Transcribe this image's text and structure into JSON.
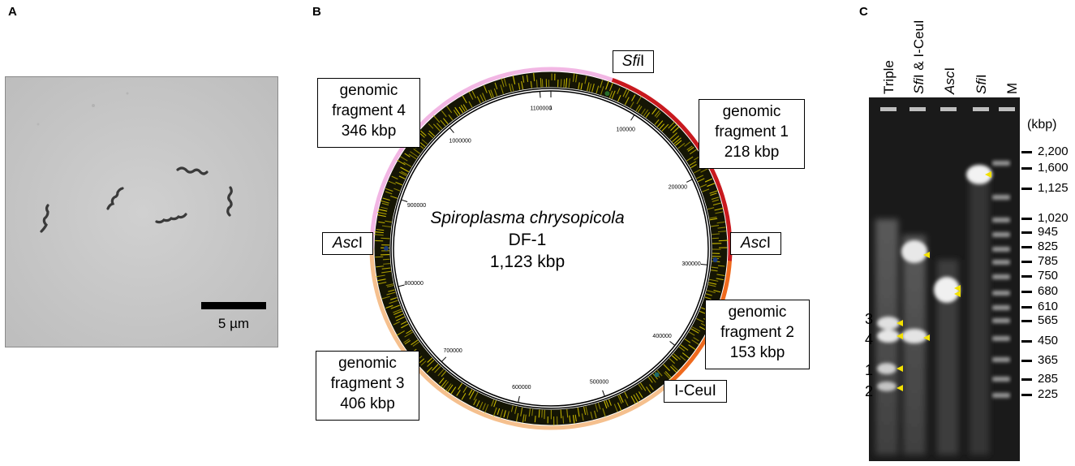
{
  "panels": {
    "a": {
      "letter": "A",
      "scale_label": "5 µm"
    },
    "b": {
      "letter": "B",
      "genome_name": "Spiroplasma chrysopicola",
      "strain": "DF-1",
      "genome_size": "1,123 kbp",
      "coordinate_labels": [
        "1100000",
        "1",
        "100000",
        "200000",
        "300000",
        "400000",
        "500000",
        "600000",
        "700000",
        "800000",
        "900000",
        "1000000"
      ],
      "fragments": [
        {
          "line1": "genomic",
          "line2": "fragment 1",
          "size": "218 kbp",
          "color": "#c8191e"
        },
        {
          "line1": "genomic",
          "line2": "fragment 2",
          "size": "153 kbp",
          "color": "#ef6a1e"
        },
        {
          "line1": "genomic",
          "line2": "fragment 3",
          "size": "406 kbp",
          "color": "#f5c08e"
        },
        {
          "line1": "genomic",
          "line2": "fragment 4",
          "size": "346 kbp",
          "color": "#f2b7e4"
        }
      ],
      "enzymes": {
        "sfi_top": {
          "italic": "Sfi",
          "plain": "I"
        },
        "asc_right": {
          "italic": "Asc",
          "plain": "I"
        },
        "asc_left": {
          "italic": "Asc",
          "plain": "I"
        },
        "iceu": {
          "italic": "",
          "plain": "I-CeuI"
        }
      }
    },
    "c": {
      "letter": "C",
      "lanes": [
        {
          "parts": [
            {
              "text": "Triple",
              "italic": false
            }
          ]
        },
        {
          "parts": [
            {
              "text": "Sfi",
              "italic": true
            },
            {
              "text": "I & I-CeuI",
              "italic": false
            }
          ]
        },
        {
          "parts": [
            {
              "text": "Asc",
              "italic": true
            },
            {
              "text": "I",
              "italic": false
            }
          ]
        },
        {
          "parts": [
            {
              "text": "Sfi",
              "italic": true
            },
            {
              "text": "I",
              "italic": false
            }
          ]
        },
        {
          "parts": [
            {
              "text": "M",
              "italic": false
            }
          ]
        }
      ],
      "unit": "(kbp)",
      "ladder": [
        "2,200",
        "1,600",
        "1,125",
        "1,020",
        "945",
        "825",
        "785",
        "750",
        "680",
        "610",
        "565",
        "450",
        "365",
        "285",
        "225"
      ],
      "fragment_numbers": [
        "3",
        "4",
        "1",
        "2"
      ]
    }
  },
  "colors": {
    "ring_dark": "#151504",
    "gene_yellow": "#d4c300",
    "marker_triangle": "#f2e000",
    "gel_background": "#1a1a1a"
  }
}
